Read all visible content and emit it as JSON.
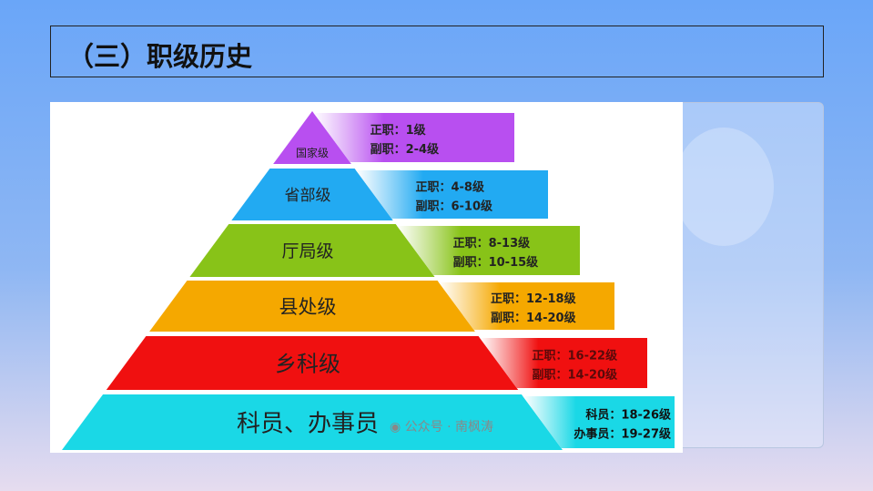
{
  "title": "（三）职级历史",
  "tiers": [
    {
      "name": "国家级",
      "lines": [
        "正职：1级",
        "副职：2-4级"
      ],
      "color": "#b84ff0",
      "text": "#222"
    },
    {
      "name": "省部级",
      "lines": [
        "正职：4-8级",
        "副职：6-10级"
      ],
      "color": "#22aaf2",
      "text": "#222"
    },
    {
      "name": "厅局级",
      "lines": [
        "正职：8-13级",
        "副职：10-15级"
      ],
      "color": "#88c318",
      "text": "#222"
    },
    {
      "name": "县处级",
      "lines": [
        "正职：12-18级",
        "副职：14-20级"
      ],
      "color": "#f5a800",
      "text": "#222"
    },
    {
      "name": "乡科级",
      "lines": [
        "正职：16-22级",
        "副职：14-20级"
      ],
      "color": "#f01010",
      "text": "#5a0a0a"
    },
    {
      "name": "科员、办事员",
      "lines": [
        "科员：18-26级",
        "办事员：19-27级"
      ],
      "color": "#1ad8e6",
      "text": "#111"
    }
  ],
  "watermark": "公众号 · 南枫涛"
}
